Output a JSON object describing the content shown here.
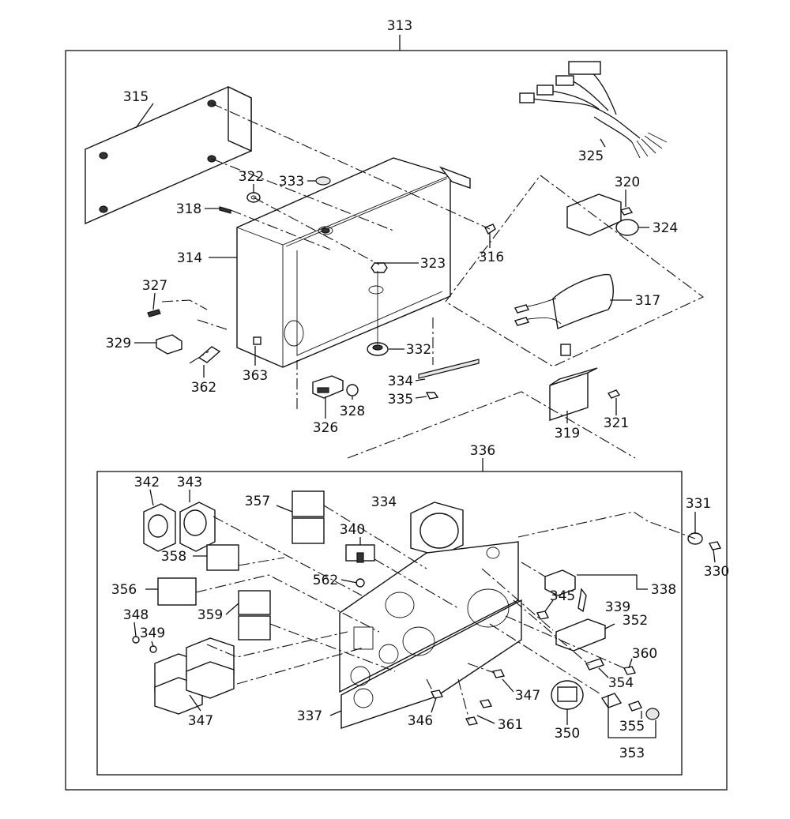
{
  "diagram": {
    "assembly_number": "313",
    "panel_number": "336",
    "labels": [
      {
        "id": "315",
        "text": "315"
      },
      {
        "id": "322",
        "text": "322"
      },
      {
        "id": "333",
        "text": "333"
      },
      {
        "id": "318",
        "text": "318"
      },
      {
        "id": "314",
        "text": "314"
      },
      {
        "id": "323",
        "text": "323"
      },
      {
        "id": "316",
        "text": "316"
      },
      {
        "id": "327",
        "text": "327"
      },
      {
        "id": "329",
        "text": "329"
      },
      {
        "id": "362",
        "text": "362"
      },
      {
        "id": "363",
        "text": "363"
      },
      {
        "id": "332",
        "text": "332"
      },
      {
        "id": "334a",
        "text": "334"
      },
      {
        "id": "335",
        "text": "335"
      },
      {
        "id": "328",
        "text": "328"
      },
      {
        "id": "326",
        "text": "326"
      },
      {
        "id": "325",
        "text": "325"
      },
      {
        "id": "320",
        "text": "320"
      },
      {
        "id": "324",
        "text": "324"
      },
      {
        "id": "317",
        "text": "317"
      },
      {
        "id": "319",
        "text": "319"
      },
      {
        "id": "321",
        "text": "321"
      },
      {
        "id": "342",
        "text": "342"
      },
      {
        "id": "343",
        "text": "343"
      },
      {
        "id": "357",
        "text": "357"
      },
      {
        "id": "334b",
        "text": "334"
      },
      {
        "id": "340",
        "text": "340"
      },
      {
        "id": "358",
        "text": "358"
      },
      {
        "id": "356",
        "text": "356"
      },
      {
        "id": "562",
        "text": "562"
      },
      {
        "id": "359",
        "text": "359"
      },
      {
        "id": "348",
        "text": "348"
      },
      {
        "id": "349",
        "text": "349"
      },
      {
        "id": "347a",
        "text": "347"
      },
      {
        "id": "337",
        "text": "337"
      },
      {
        "id": "346",
        "text": "346"
      },
      {
        "id": "361",
        "text": "361"
      },
      {
        "id": "347b",
        "text": "347"
      },
      {
        "id": "350",
        "text": "350"
      },
      {
        "id": "345",
        "text": "345"
      },
      {
        "id": "339",
        "text": "339"
      },
      {
        "id": "338",
        "text": "338"
      },
      {
        "id": "352",
        "text": "352"
      },
      {
        "id": "360",
        "text": "360"
      },
      {
        "id": "354",
        "text": "354"
      },
      {
        "id": "355",
        "text": "355"
      },
      {
        "id": "353",
        "text": "353"
      },
      {
        "id": "331",
        "text": "331"
      },
      {
        "id": "330",
        "text": "330"
      }
    ]
  }
}
